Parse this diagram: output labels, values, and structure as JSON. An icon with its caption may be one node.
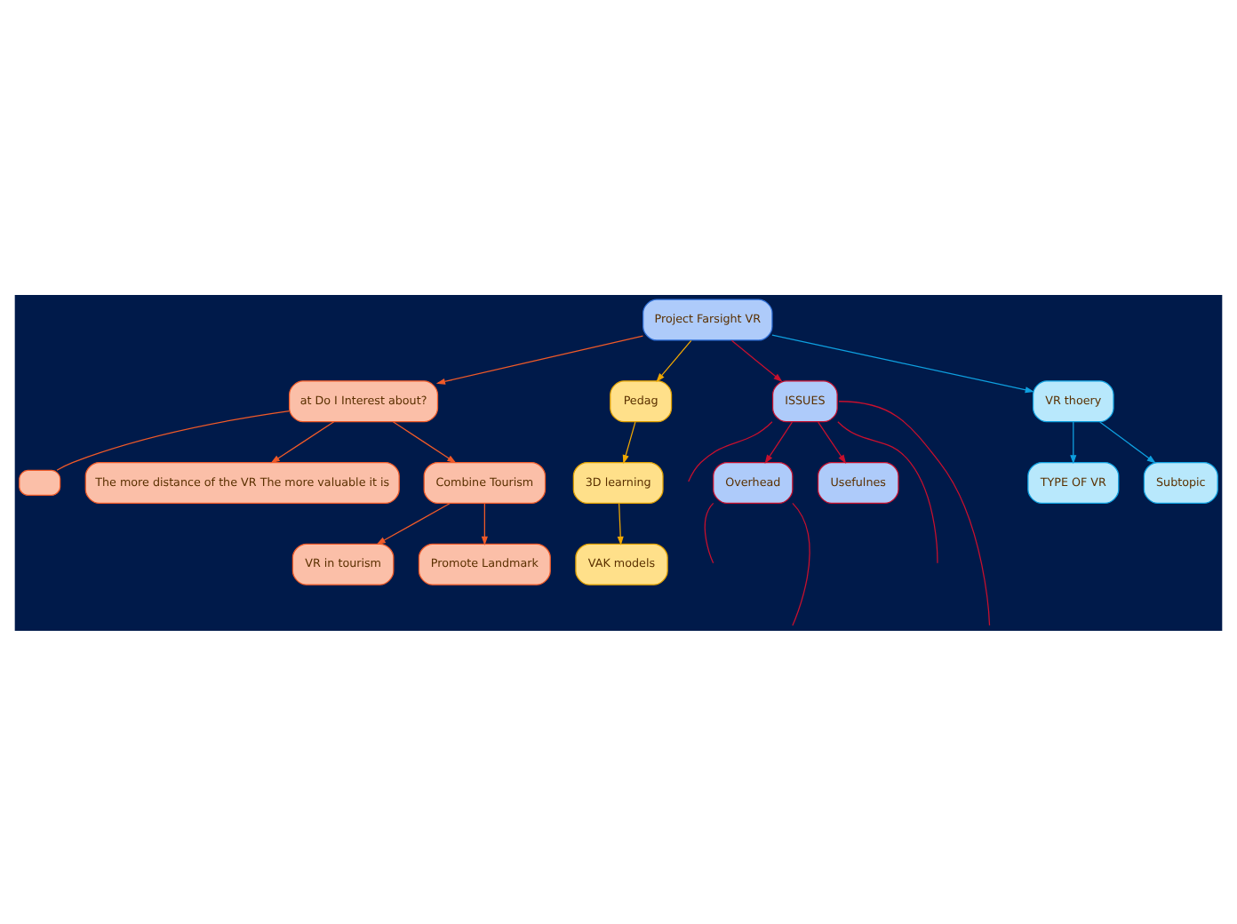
{
  "diagram": {
    "nodes": [
      {
        "text": [
          "Project Farsight VR"
        ]
      },
      {
        "text": [
          "at Do I Interest about?"
        ]
      },
      {
        "text": [],
        "shape": "box"
      },
      {
        "text": [
          "The more distance of the VR The more valuable it is"
        ]
      },
      {
        "text": [
          "Combine Tourism"
        ]
      },
      {
        "text": [
          "VR in tourism"
        ]
      },
      {
        "text": [
          "Promote Landmark"
        ]
      },
      {
        "text": [
          "Pedag"
        ]
      },
      {
        "text": [
          "3D learning"
        ]
      },
      {
        "text": [
          "VAK models"
        ]
      },
      {
        "text": [
          "ISSUES"
        ]
      },
      {
        "text": [
          "Overhead"
        ]
      },
      {
        "text": [
          "Usefulnes"
        ]
      },
      {
        "text": [
          "VR thoery"
        ]
      },
      {
        "text": [
          "TYPE OF VR"
        ]
      },
      {
        "text": [
          "Subtopic"
        ]
      }
    ],
    "edges": [
      {
        "from": 0,
        "to": 1,
        "arrow": "to",
        "color": "#f05a28"
      },
      {
        "from": 1,
        "to": 2,
        "arrow": "none",
        "color": "#f05a28"
      },
      {
        "from": 1,
        "to": 3,
        "arrow": "to",
        "color": "#f05a28"
      },
      {
        "from": 1,
        "to": 4,
        "arrow": "to",
        "color": "#f05a28"
      },
      {
        "from": 4,
        "to": 6,
        "arrow": "to",
        "color": "#f05a28"
      },
      {
        "from": 4,
        "to": 5,
        "arrow": "to",
        "color": "#f05a28"
      },
      {
        "from": 0,
        "to": 7,
        "arrow": "to",
        "color": "#f0a800"
      },
      {
        "from": 7,
        "to": 8,
        "arrow": "to",
        "color": "#f0a800"
      },
      {
        "from": 8,
        "to": 9,
        "arrow": "to",
        "color": "#f0a800"
      },
      {
        "from": 0,
        "to": 10,
        "arrow": "to",
        "color": "#c8102e"
      },
      {
        "from": 10,
        "to": 11,
        "arrow": "to",
        "color": "#c8102e"
      },
      {
        "from": 10,
        "to": 12,
        "arrow": "to",
        "color": "#c8102e"
      },
      {
        "from": 10,
        "to": null,
        "arrow": "none",
        "color": "#c8102e"
      },
      {
        "from": 10,
        "to": null,
        "arrow": "none",
        "color": "#c8102e"
      },
      {
        "from": 10,
        "to": null,
        "arrow": "none",
        "color": "#c8102e"
      },
      {
        "from": 11,
        "to": null,
        "arrow": "none",
        "color": "#c8102e"
      },
      {
        "from": 11,
        "to": null,
        "arrow": "none",
        "color": "#c8102e"
      },
      {
        "from": 0,
        "to": 13,
        "arrow": "to",
        "color": "#0ea0e0"
      },
      {
        "from": 13,
        "to": 14,
        "arrow": "to",
        "color": "#0ea0e0"
      },
      {
        "from": 13,
        "to": 15,
        "arrow": "to",
        "color": "#0ea0e0"
      }
    ]
  }
}
